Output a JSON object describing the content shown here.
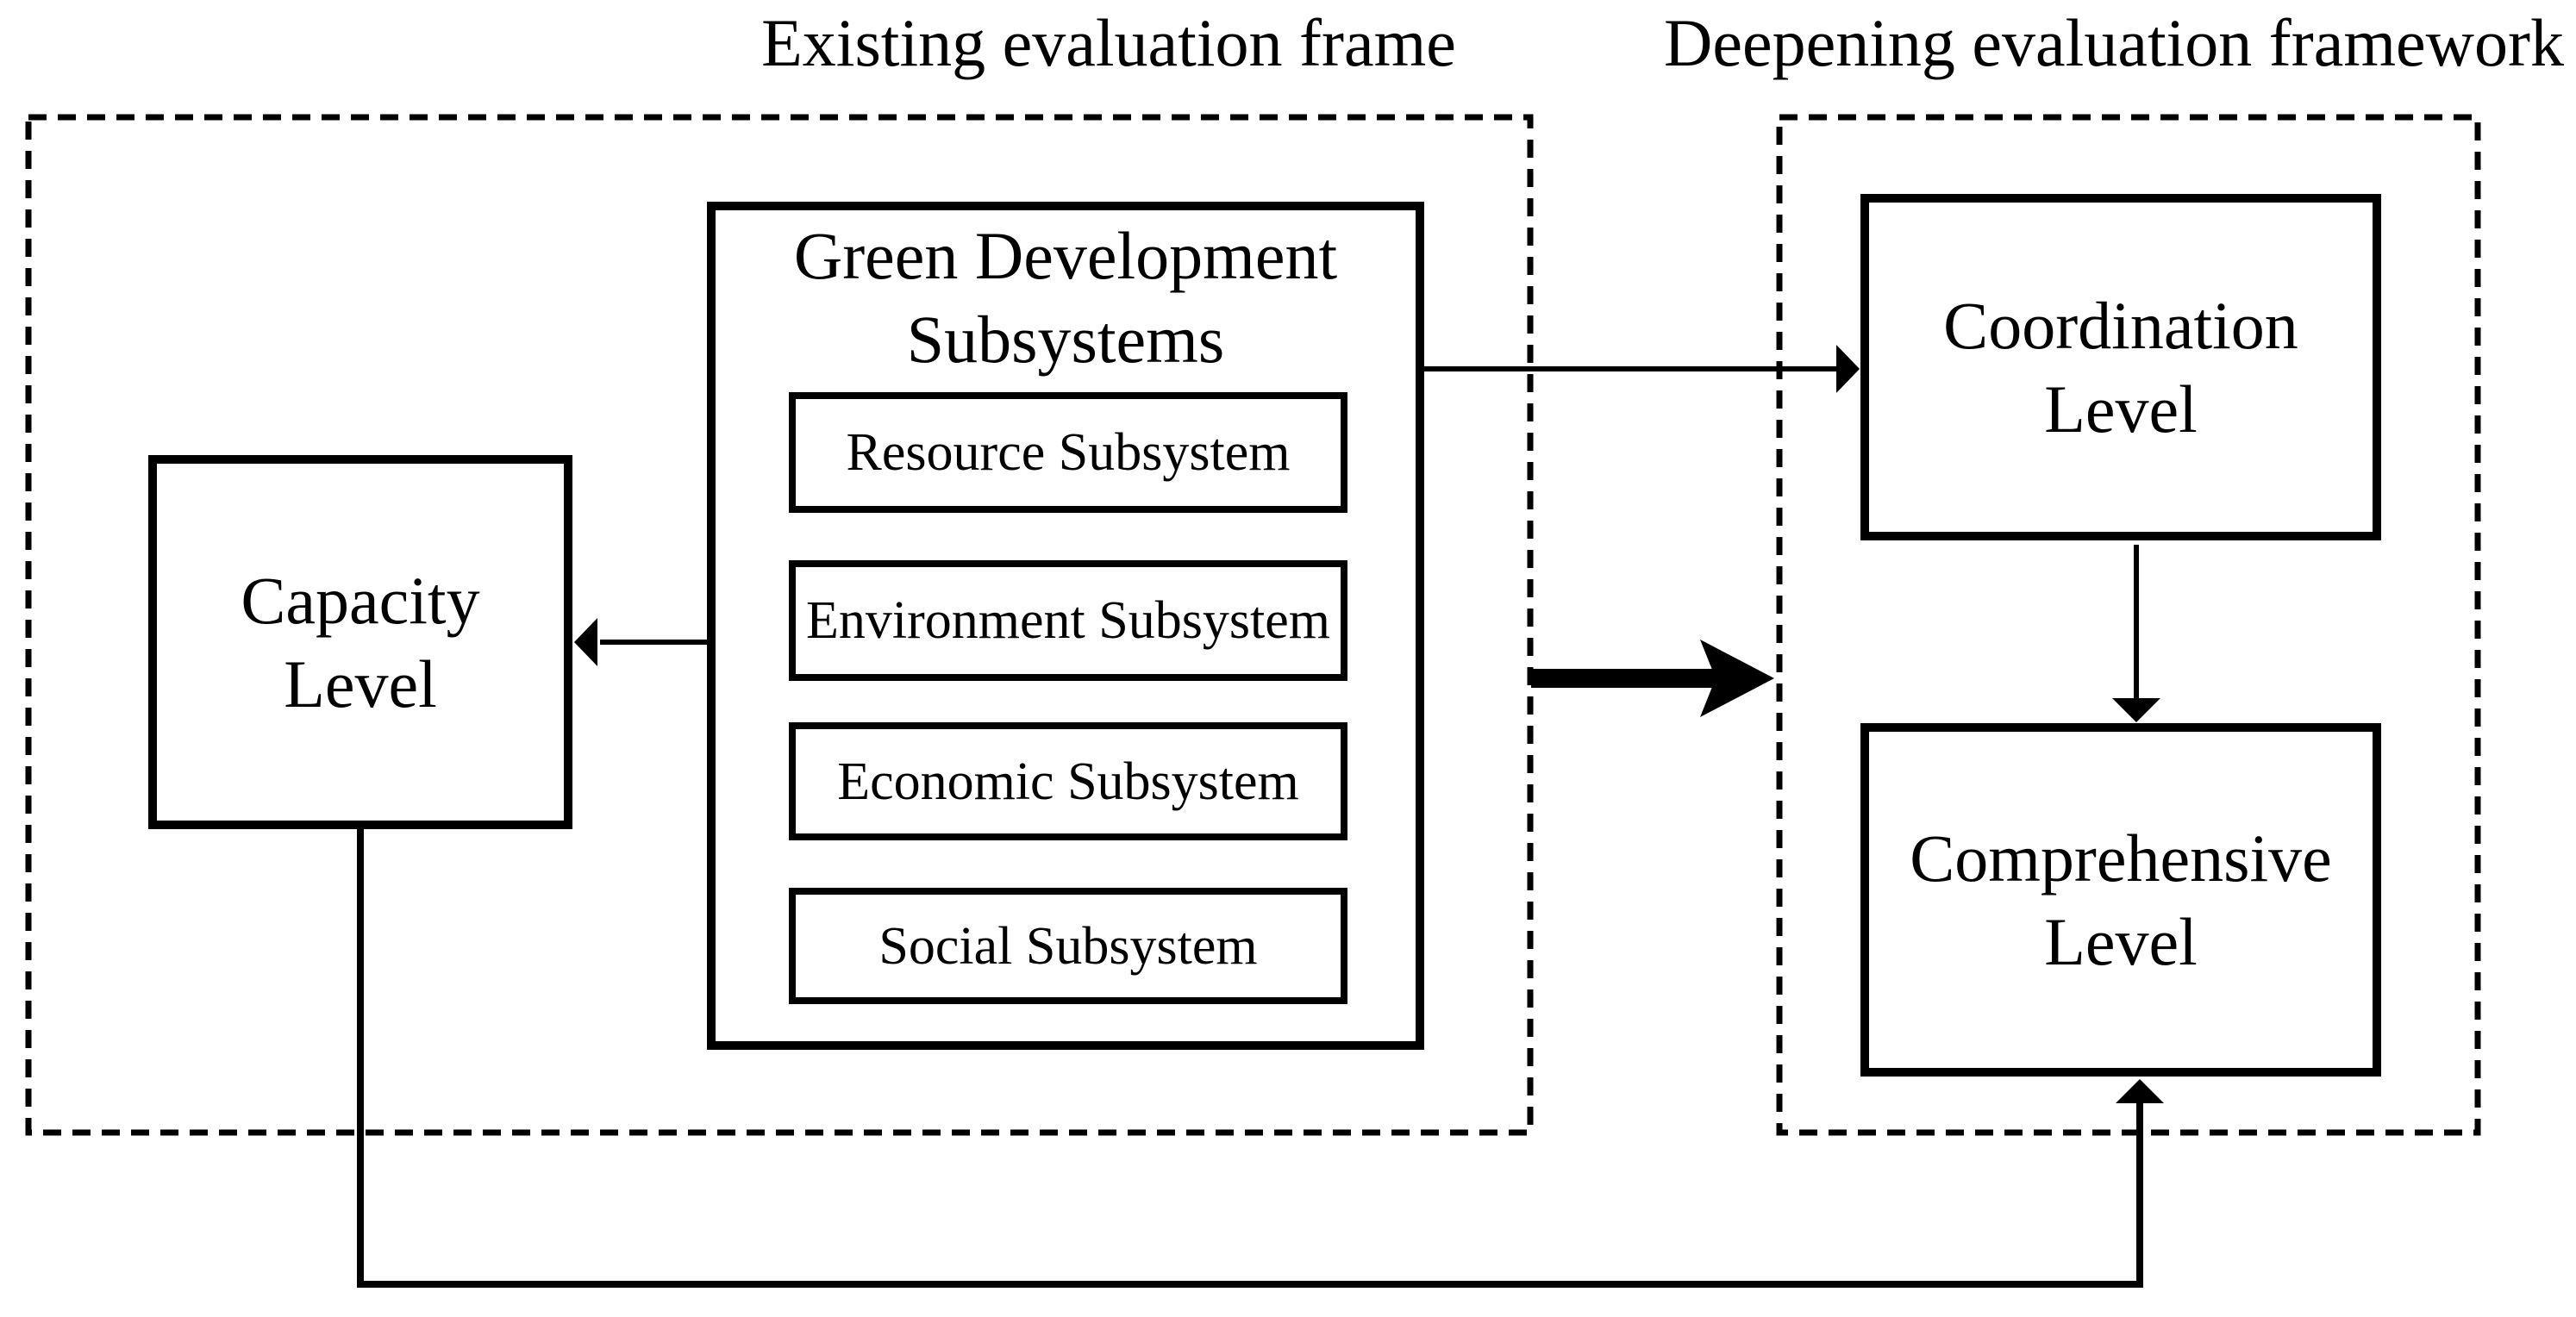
{
  "frames": {
    "existing": {
      "title": "Existing evaluation frame"
    },
    "deepening": {
      "title": "Deepening evaluation framework"
    }
  },
  "boxes": {
    "green_development": {
      "line1": "Green Development",
      "line2": "Subsystems"
    },
    "capacity": {
      "line1": "Capacity",
      "line2": "Level"
    },
    "coordination": {
      "line1": "Coordination",
      "line2": "Level"
    },
    "comprehensive": {
      "line1": "Comprehensive",
      "line2": "Level"
    },
    "subsystems": [
      {
        "label": "Resource Subsystem"
      },
      {
        "label": "Environment Subsystem"
      },
      {
        "label": "Economic Subsystem"
      },
      {
        "label": "Social Subsystem"
      }
    ]
  },
  "colors": {
    "ink": "#000000",
    "background": "#ffffff"
  }
}
